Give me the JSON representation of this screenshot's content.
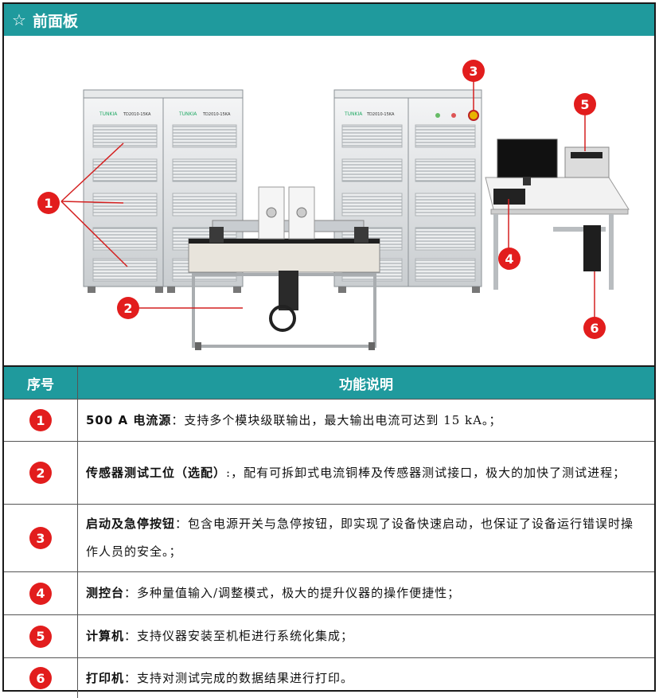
{
  "header": {
    "star_icon": "star-outline-icon",
    "title": "前面板"
  },
  "figure": {
    "callouts": [
      "1",
      "2",
      "3",
      "4",
      "5",
      "6"
    ],
    "rack_brand": "TUNKIA",
    "rack_model_front": "TD2010-15KA",
    "rack_model_right": "TD2010-15KA"
  },
  "table": {
    "head_no": "序号",
    "head_desc": "功能说明",
    "rows": [
      {
        "no": "1",
        "term": "500 A 电流源",
        "desc": "：支持多个模块级联输出，最大输出电流可达到 15 kA。；"
      },
      {
        "no": "2",
        "term": "传感器测试工位（选配）",
        "desc": ":，配有可拆卸式电流铜棒及传感器测试接口，极大的加快了测试进程；"
      },
      {
        "no": "3",
        "term": "启动及急停按钮",
        "desc": "：包含电源开关与急停按钮，即实现了设备快速启动，也保证了设备运行错误时操作人员的安全。；"
      },
      {
        "no": "4",
        "term": "测控台",
        "desc": "：多种量值输入/调整模式，极大的提升仪器的操作便捷性；"
      },
      {
        "no": "5",
        "term": "计算机",
        "desc": "：支持仪器安装至机柜进行系统化集成；"
      },
      {
        "no": "6",
        "term": "打印机",
        "desc": "：支持对测试完成的数据结果进行打印。"
      }
    ]
  },
  "colors": {
    "teal": "#1f9a9d",
    "badge_red": "#e21d1d"
  }
}
